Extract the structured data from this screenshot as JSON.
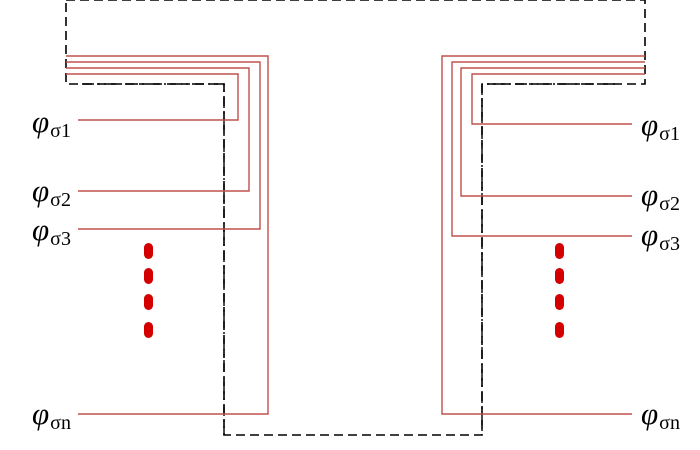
{
  "diagram": {
    "colors": {
      "conductor": "#c0504d",
      "outline": "#000000",
      "ellipsis_dots": "#d40000"
    },
    "left_labels": [
      {
        "symbol": "φ",
        "sub": "σ1"
      },
      {
        "symbol": "φ",
        "sub": "σ2"
      },
      {
        "symbol": "φ",
        "sub": "σ3"
      },
      {
        "symbol": "φ",
        "sub": "σn"
      }
    ],
    "right_labels": [
      {
        "symbol": "φ",
        "sub": "σ1"
      },
      {
        "symbol": "φ",
        "sub": "σ2"
      },
      {
        "symbol": "φ",
        "sub": "σ3"
      },
      {
        "symbol": "φ",
        "sub": "σn"
      }
    ]
  }
}
